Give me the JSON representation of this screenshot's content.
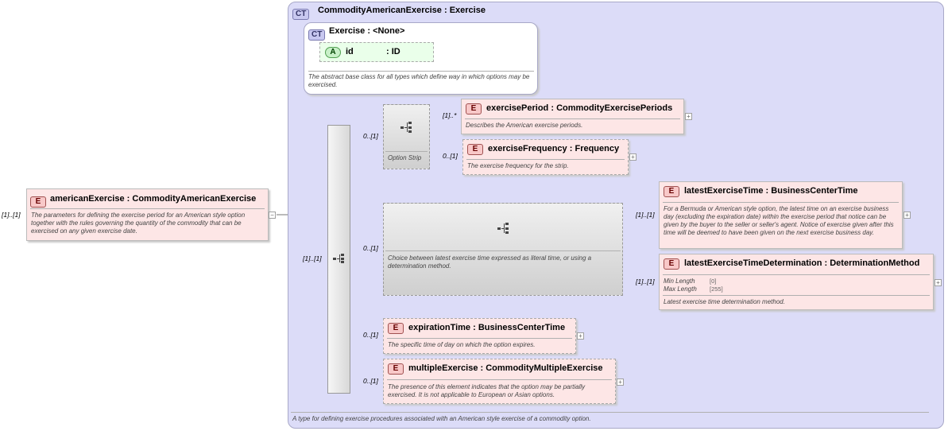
{
  "root_element": {
    "badge": "E",
    "name": "americanExercise",
    "type": "CommodityAmericanExercise",
    "cardinality": "[1]..[1]",
    "description": "The parameters for defining the exercise period for an American style option together with the rules governing the quantity of the commodity that can be exercised on any given exercise date."
  },
  "complex_type": {
    "badge": "CT",
    "name": "CommodityAmericanExercise",
    "base": "Exercise",
    "description": "A type for defining exercise procedures associated with an American style exercise of a commodity option."
  },
  "base_type": {
    "badge": "CT",
    "name": "Exercise",
    "base": "<None>",
    "attribute": {
      "badge": "A",
      "name": "id",
      "type": ": ID"
    },
    "description": "The abstract base class for all types which define way in which options may be exercised."
  },
  "sequence": {
    "cardinality": "[1]..[1]"
  },
  "option_strip": {
    "cardinality": "0..[1]",
    "label": "Option Strip",
    "children": [
      {
        "badge": "E",
        "name": "exercisePeriod",
        "type": "CommodityExercisePeriods",
        "cardinality": "[1]..*",
        "description": "Describes the American exercise periods."
      },
      {
        "badge": "E",
        "name": "exerciseFrequency",
        "type": "Frequency",
        "cardinality": "0..[1]",
        "description": "The exercise frequency for the strip."
      }
    ]
  },
  "choice": {
    "cardinality": "0..[1]",
    "description": "Choice between latest exercise time expressed as literal time, or using a determination method.",
    "children": [
      {
        "badge": "E",
        "name": "latestExerciseTime",
        "type": "BusinessCenterTime",
        "cardinality": "[1]..[1]",
        "description": "For a Bermuda or American style option, the latest time on an exercise business day (excluding the expiration date) within the exercise period that notice can be given by the buyer to the seller or seller's agent. Notice of exercise given after this time will be deemed to have been given on the next exercise business day."
      },
      {
        "badge": "E",
        "name": "latestExerciseTimeDetermination",
        "type": "DeterminationMethod",
        "cardinality": "[1]..[1]",
        "facets": [
          {
            "label": "Min Length",
            "value": "[0]"
          },
          {
            "label": "Max Length",
            "value": "[255]"
          }
        ],
        "description": "Latest exercise time determination method."
      }
    ]
  },
  "expiration": {
    "badge": "E",
    "name": "expirationTime",
    "type": "BusinessCenterTime",
    "cardinality": "0..[1]",
    "description": "The specific time of day on which the option expires."
  },
  "multiple": {
    "badge": "E",
    "name": "multipleExercise",
    "type": "CommodityMultipleExercise",
    "cardinality": "0..[1]",
    "description": "The presence of this element indicates that the option may be partially exercised. It is not applicable to European or Asian options."
  },
  "colon": ":",
  "plus_glyph": "+",
  "minus_glyph": "−"
}
